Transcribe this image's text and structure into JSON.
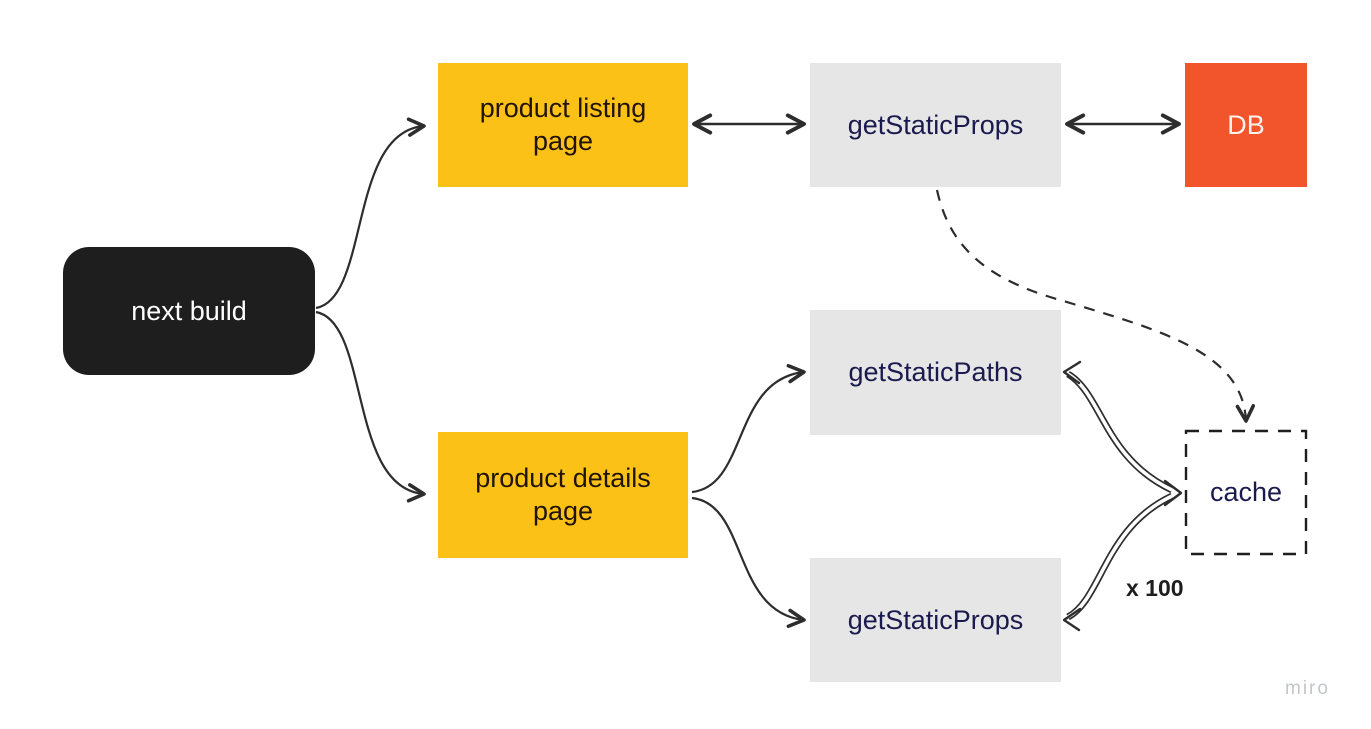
{
  "board": {
    "watermark": "miro",
    "nodes": {
      "next_build": {
        "label": "next build"
      },
      "product_listing": {
        "label": "product listing page"
      },
      "get_static_props_top": {
        "label": "getStaticProps"
      },
      "db": {
        "label": "DB"
      },
      "get_static_paths": {
        "label": "getStaticPaths"
      },
      "product_details": {
        "label": "product details page"
      },
      "get_static_props_bottom": {
        "label": "getStaticProps"
      },
      "cache": {
        "label": "cache"
      }
    },
    "annotations": {
      "multiplier_label": "x 100"
    },
    "colors": {
      "node_black": "#1e1e1e",
      "node_yellow": "#fcc117",
      "node_gray": "#e6e6e6",
      "node_orange": "#f2552c",
      "navy_text": "#1a1a4e",
      "arrow": "#2d2d2d",
      "watermark_gray": "#c3c6c9"
    }
  }
}
